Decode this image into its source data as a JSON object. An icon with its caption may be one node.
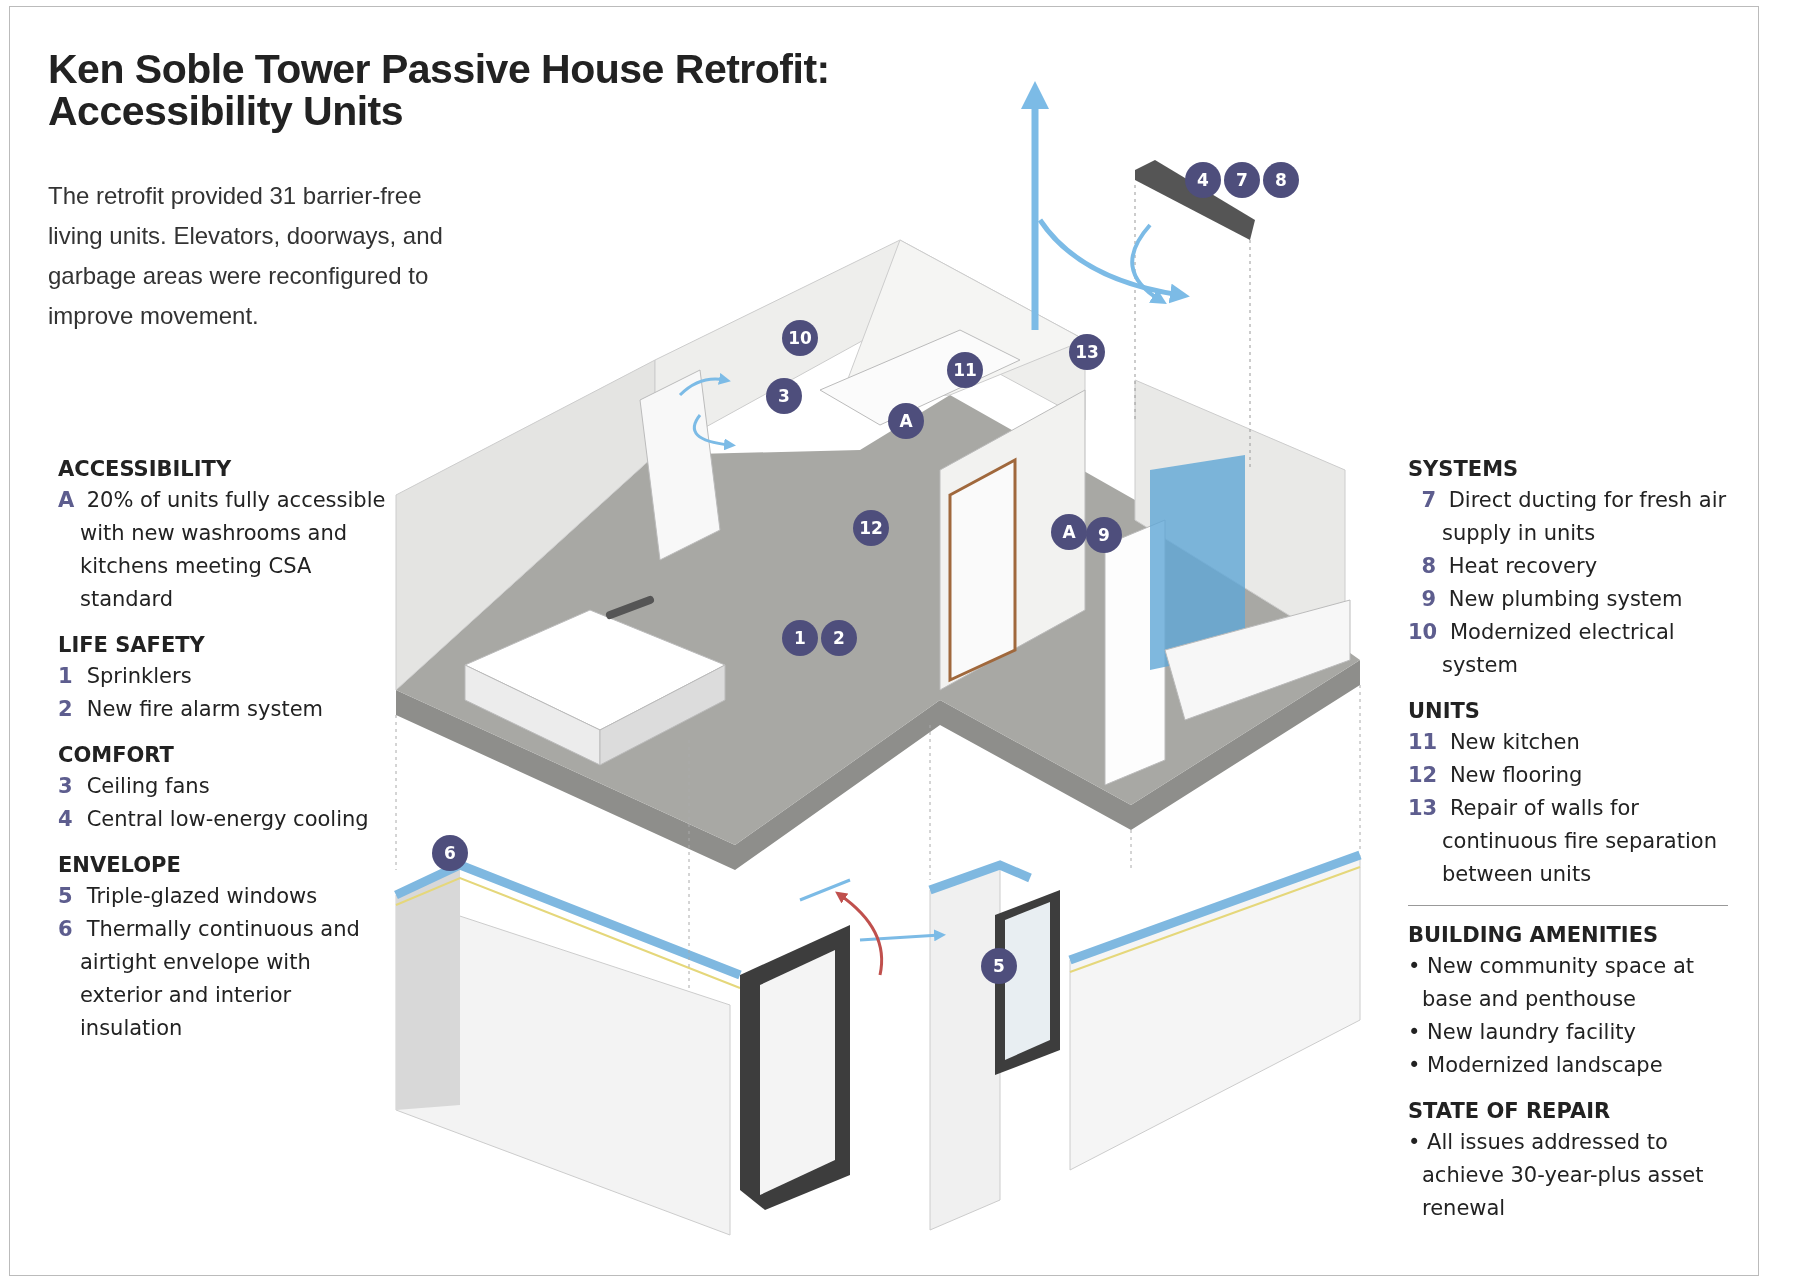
{
  "diagram": {
    "title": "Ken Soble Tower Passive House Retrofit: Accessibility Units",
    "labels": [
      "The retrofit provided 31 barrier-free living units. Elevators, doorways, and garbage areas were reconfigured to improve movement.",
      "ACCESSIBILITY",
      "**A** 20% of units fully accessible with new washrooms and kitchens meeting CSA standard",
      "LIFE SAFETY",
      "**1** Sprinklers",
      "**2** New fire alarm system",
      "COMFORT",
      "**3** Ceiling fans",
      "**4** Central low-energy cooling",
      "ENVELOPE",
      "**5** Triple-glazed windows",
      "**6** Thermally continuous and airtight envelope with exterior and interior insulation",
      "4",
      "7",
      "8",
      "10",
      "13",
      "3",
      "11",
      "A",
      "12",
      "A",
      "9",
      "1",
      "2",
      "6",
      "5",
      "SYSTEMS",
      "**7** Direct ducting for fresh air supply in units",
      "**8** Heat recovery",
      "**9** New plumbing system",
      "**10** Modernized electrical system",
      "UNITS",
      "**11** New kitchen",
      "**12** New flooring",
      "**13** Repair of walls for continuous fire separation between units",
      "BUILDING AMENITIES",
      "• New community space at base and penthouse",
      "• New laundry facility",
      "• Modernized landscape",
      "STATE OF REPAIR",
      "• All issues addressed to achieve 30-year-plus asset renewal"
    ]
  }
}
